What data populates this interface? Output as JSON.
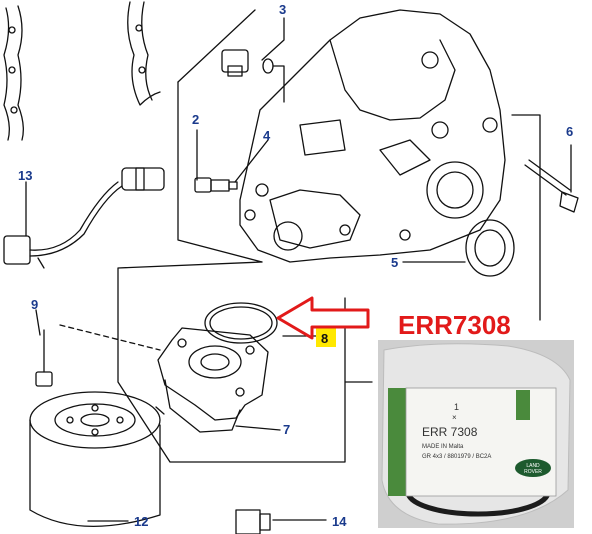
{
  "part_code": "ERR7308",
  "colors": {
    "callout_blue": "#1a3a8c",
    "part_code_red": "#e21a1a",
    "highlight_yellow": "#ffe800",
    "arrow_red": "#e21a1a",
    "line": "#111111"
  },
  "callouts": {
    "c1": "2",
    "c2": "3",
    "c3": "4",
    "c4": "5",
    "c5": "6",
    "c6": "7",
    "c7": "8",
    "c8": "9",
    "c9": "12",
    "c10": "13",
    "c11": "14"
  },
  "photo_label": {
    "qty": "1",
    "qty_mark": "×",
    "part": "ERR 7308",
    "line1": "MADE IN Malta",
    "line2": "GR 4x3 / 8801979 / BC2A",
    "brand_top": "LAND",
    "brand_bottom": "ROVER"
  }
}
